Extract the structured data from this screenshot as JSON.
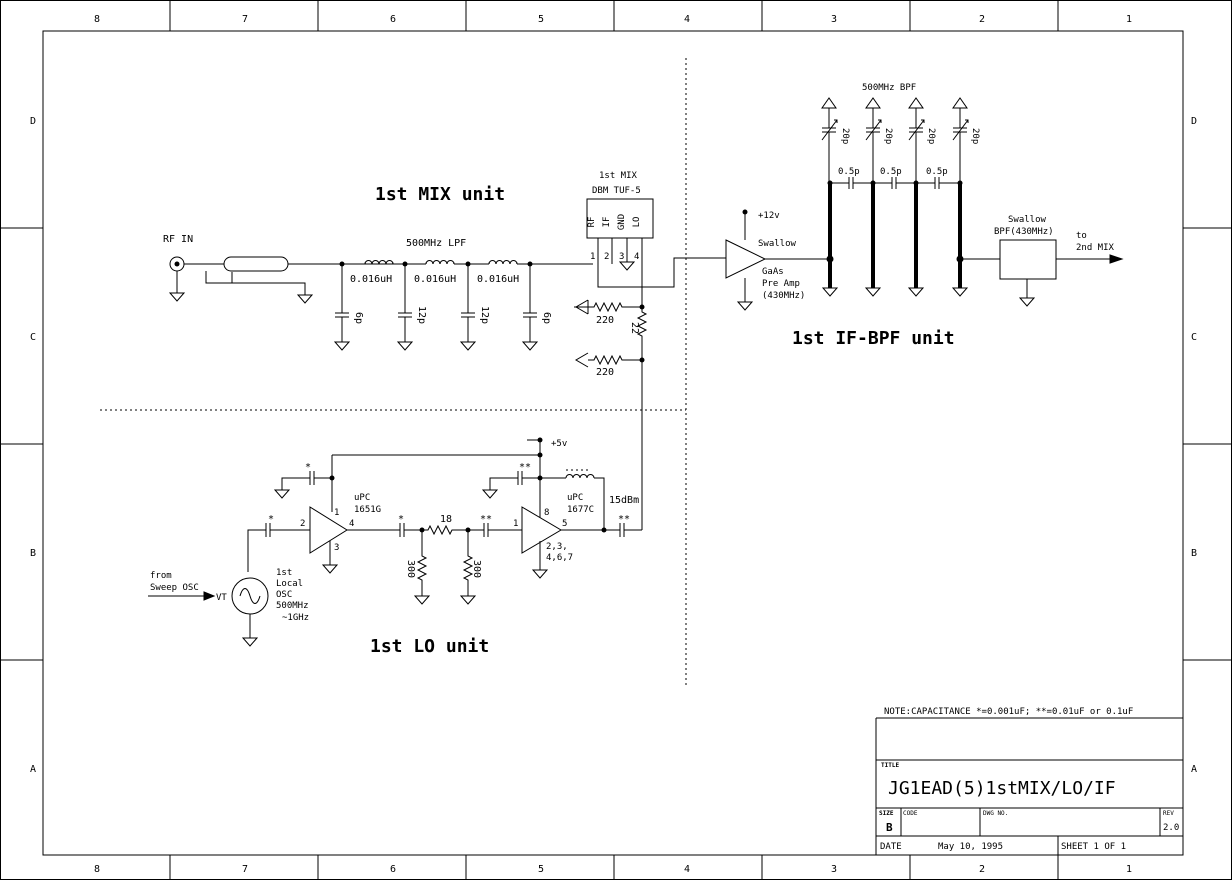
{
  "border": {
    "columns": [
      "8",
      "7",
      "6",
      "5",
      "4",
      "3",
      "2",
      "1"
    ],
    "rows": [
      "D",
      "C",
      "B",
      "A"
    ]
  },
  "units": {
    "mix": "1st MIX unit",
    "if_bpf": "1st IF-BPF unit",
    "lo": "1st LO unit"
  },
  "labels": {
    "rf_in": "RF IN",
    "lpf": "500MHz LPF",
    "ind1": "0.016uH",
    "ind2": "0.016uH",
    "ind3": "0.016uH",
    "c6p_a": "6p",
    "c12p_a": "12p",
    "c12p_b": "12p",
    "c6p_b": "6p",
    "mix_title1": "1st MIX",
    "mix_title2": "DBM TUF-5",
    "pin_rf": "RF",
    "pin_if": "IF",
    "pin_gnd": "GND",
    "pin_lo": "LO",
    "pin1": "1",
    "pin2": "2",
    "pin3": "3",
    "pin4": "4",
    "r220a": "220",
    "r220b": "220",
    "r22": "22",
    "plus12": "+12v",
    "swallow": "Swallow",
    "gaas1": "GaAs",
    "gaas2": "Pre Amp",
    "gaas3": "(430MHz)",
    "bpf500": "500MHz BPF",
    "c20a": "20p",
    "c20b": "20p",
    "c20c": "20p",
    "c20d": "20p",
    "c05a": "0.5p",
    "c05b": "0.5p",
    "c05c": "0.5p",
    "bpf_box1": "Swallow",
    "bpf_box2": "BPF(430MHz)",
    "to1": "to",
    "to2": "2nd MIX",
    "plus5": "+5v",
    "star_a": "*",
    "star_b": "*",
    "star_c": "*",
    "dstar_a": "**",
    "dstar_b": "**",
    "dstar_c": "**",
    "upc1a": "uPC",
    "upc1b": "1651G",
    "upc2a": "uPC",
    "upc2b": "1677C",
    "dbm15": "15dBm",
    "r18": "18",
    "r300a": "300",
    "r300b": "300",
    "a1p1": "1",
    "a1p2": "2",
    "a1p3": "3",
    "a1p4": "4",
    "a2p1": "1",
    "a2p5": "5",
    "a2p8": "8",
    "a2g1": "2,3,",
    "a2g2": "4,6,7",
    "from1": "from",
    "from2": "Sweep OSC",
    "vt": "VT",
    "osc1": "1st",
    "osc2": "Local",
    "osc3": "OSC",
    "osc4": "500MHz",
    "osc5": "~1GHz"
  },
  "title_block": {
    "note": "NOTE:CAPACITANCE *=0.001uF; **=0.01uF or 0.1uF",
    "title_label": "TITLE",
    "title": "JG1EAD(5)1stMIX/LO/IF",
    "size_label": "SIZE",
    "size": "B",
    "code_label": "CODE",
    "dwg_label": "DWG NO.",
    "rev_label": "REV",
    "rev": "2.0",
    "date_label": "DATE",
    "date": "May 10, 1995",
    "sheet": "SHEET 1 OF 1"
  }
}
